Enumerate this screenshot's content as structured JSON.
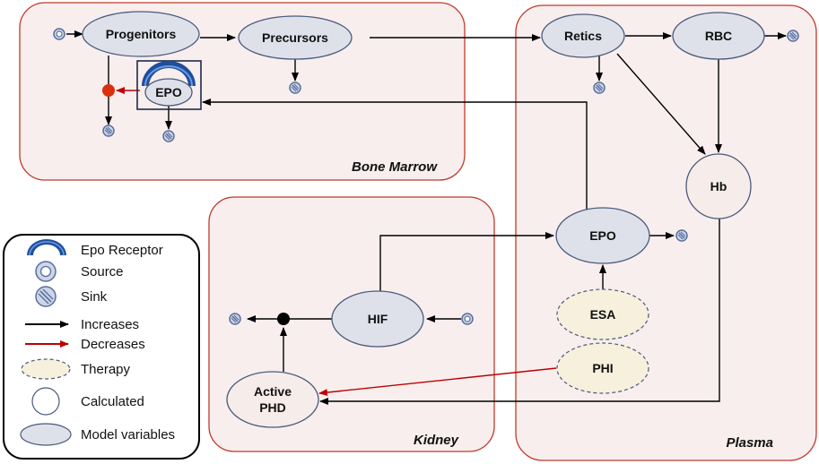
{
  "regions": {
    "bone_marrow": "Bone Marrow",
    "plasma": "Plasma",
    "kidney": "Kidney"
  },
  "nodes": {
    "progenitors": "Progenitors",
    "precursors": "Precursors",
    "retics": "Retics",
    "rbc": "RBC",
    "epo_marrow": "EPO",
    "hb": "Hb",
    "epo_plasma": "EPO",
    "esa": "ESA",
    "phi": "PHI",
    "hif": "HIF",
    "active_phd_line1": "Active",
    "active_phd_line2": "PHD"
  },
  "legend": {
    "epo_receptor": "Epo Receptor",
    "source": "Source",
    "sink": "Sink",
    "increases": "Increases",
    "decreases": "Decreases",
    "therapy": "Therapy",
    "calculated": "Calculated",
    "model_variables": "Model variables"
  },
  "colors": {
    "region_fill": "#f8eeee",
    "region_border": "#c0392b",
    "model_variable_fill": "#dfe1ea",
    "calculated_fill": "#f6ecea",
    "therapy_fill": "#f6f0dc",
    "node_border": "#4a5a7a",
    "increase_arrow": "#000000",
    "decrease_arrow": "#c00000",
    "receptor_dark": "#1f4e9c",
    "receptor_light": "#6a9be0",
    "inhibit_red": "#d83010",
    "icon_ring": "#5a6f9a",
    "icon_fill": "#cdd5ea"
  }
}
